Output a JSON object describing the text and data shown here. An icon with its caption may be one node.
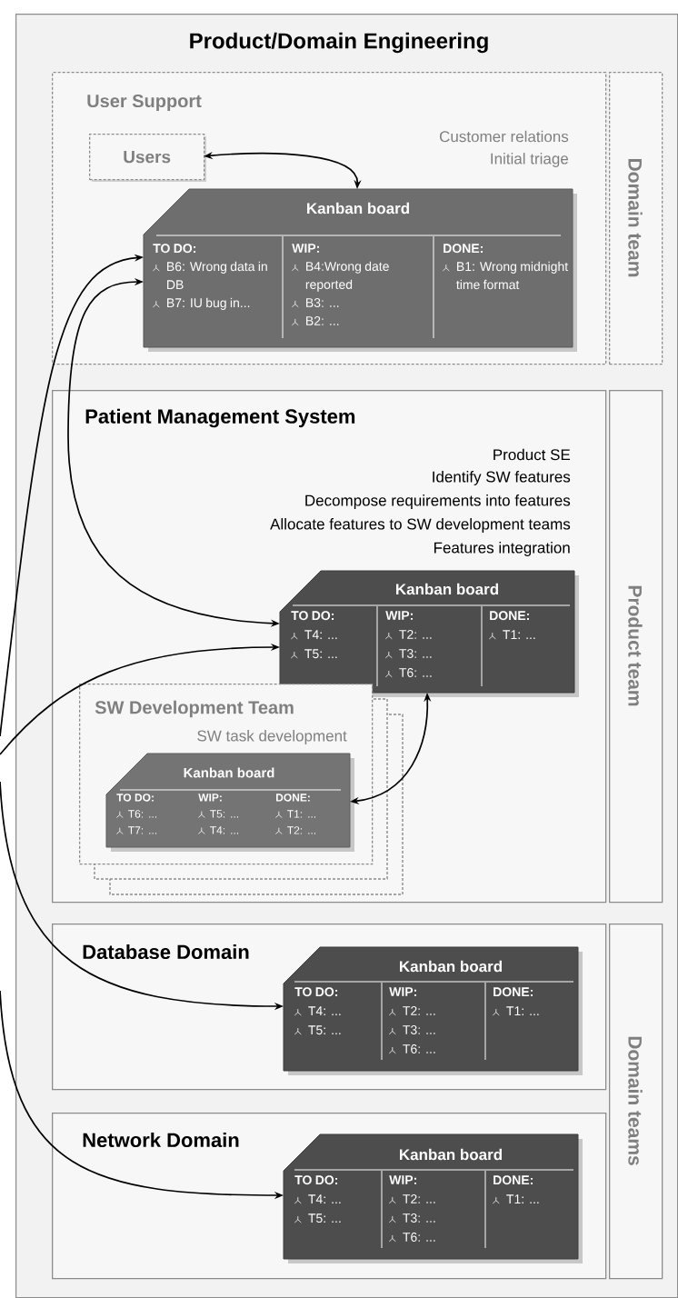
{
  "diagram": {
    "title": "Product/Domain Engineering",
    "nodes": [
      {
        "text": [],
        "shape": "box"
      },
      {
        "text": [
          "User Support",
          "Customer relations",
          "Initial triage"
        ],
        "in": 0
      },
      {
        "text": [
          "Domain team"
        ],
        "in": 0
      },
      {
        "text": [
          "Users"
        ],
        "in": 1
      },
      {
        "text": [
          "Kanban board"
        ],
        "in": 1
      },
      {
        "text": [
          "TO DO:",
          "B6: Wrong data in DB",
          "B7: IU bug in..."
        ],
        "in": 4
      },
      {
        "text": [
          "WIP:",
          "B4:Wrong date reported",
          "B3: ...",
          "B2: ..."
        ],
        "in": 4
      },
      {
        "text": [
          "DONE:",
          "B1: Wrong midnight time format"
        ],
        "in": 4
      },
      {
        "text": [
          "Patient Management System",
          "Product SE",
          "Identify SW features",
          "Decompose requirements into features",
          "Allocate features to SW development teams",
          "Features integration"
        ],
        "in": 0
      },
      {
        "text": [
          "Product team"
        ],
        "in": 0
      },
      {
        "text": [
          "Kanban board"
        ],
        "in": 8
      },
      {
        "text": [
          "TO DO:",
          "T4: ...",
          "T5: ..."
        ],
        "in": 10
      },
      {
        "text": [
          "WIP:",
          "T2: ...",
          "T3: ...",
          "T6: ..."
        ],
        "in": 10
      },
      {
        "text": [
          "DONE:",
          "T1: ..."
        ],
        "in": 10
      },
      {
        "text": [
          "SW Development Team",
          "SW task development"
        ],
        "in": 8
      },
      {
        "text": [
          "Kanban board"
        ],
        "in": 14
      },
      {
        "text": [
          "TO DO:",
          "T6: ...",
          "T7: ..."
        ],
        "in": 15
      },
      {
        "text": [
          "WIP:",
          "T5: ...",
          "T4: ..."
        ],
        "in": 15
      },
      {
        "text": [
          "DONE:",
          "T1: ...",
          "T2: ..."
        ],
        "in": 15
      },
      {
        "text": [
          "Database Domain"
        ],
        "in": 0
      },
      {
        "text": [
          "Kanban board"
        ],
        "in": 19
      },
      {
        "text": [
          "TO DO:",
          "T4: ...",
          "T5: ..."
        ],
        "in": 20
      },
      {
        "text": [
          "WIP:",
          "T2: ...",
          "T3: ...",
          "T6: ..."
        ],
        "in": 20
      },
      {
        "text": [
          "DONE:",
          "T1: ..."
        ],
        "in": 20
      },
      {
        "text": [
          "Network Domain"
        ],
        "in": 0
      },
      {
        "text": [
          "Kanban board"
        ],
        "in": 24
      },
      {
        "text": [
          "TO DO:",
          "T4: ...",
          "T5: ..."
        ],
        "in": 25
      },
      {
        "text": [
          "WIP:",
          "T2: ...",
          "T3: ...",
          "T6: ..."
        ],
        "in": 25
      },
      {
        "text": [
          "DONE:",
          "T1: ..."
        ],
        "in": 25
      },
      {
        "text": [
          "Domain teams"
        ],
        "in": 0
      }
    ],
    "edges": [
      {
        "from": 3,
        "to": 4,
        "arrow": "both"
      },
      {
        "from": null,
        "to": 4,
        "arrow": "to"
      },
      {
        "from": 10,
        "to": 4,
        "arrow": "both"
      },
      {
        "from": null,
        "to": 10,
        "arrow": "to"
      },
      {
        "from": 15,
        "to": 10,
        "arrow": "both"
      },
      {
        "from": null,
        "to": 20,
        "arrow": "to"
      },
      {
        "from": null,
        "to": 25,
        "arrow": "to"
      }
    ]
  }
}
